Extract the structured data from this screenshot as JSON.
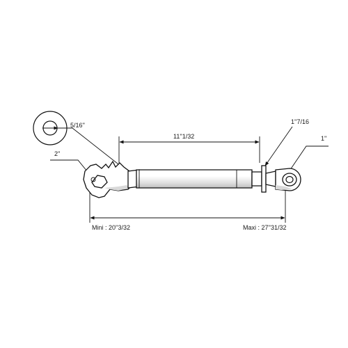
{
  "dimensions": {
    "bolt_diameter": "5/16''",
    "hook_size": "2''",
    "body_length": "11''1/32",
    "nut_size": "1''7/16",
    "eye_size": "1''",
    "min_length": "Mini : 20''3/32",
    "max_length": "Maxi : 27''31/32"
  }
}
